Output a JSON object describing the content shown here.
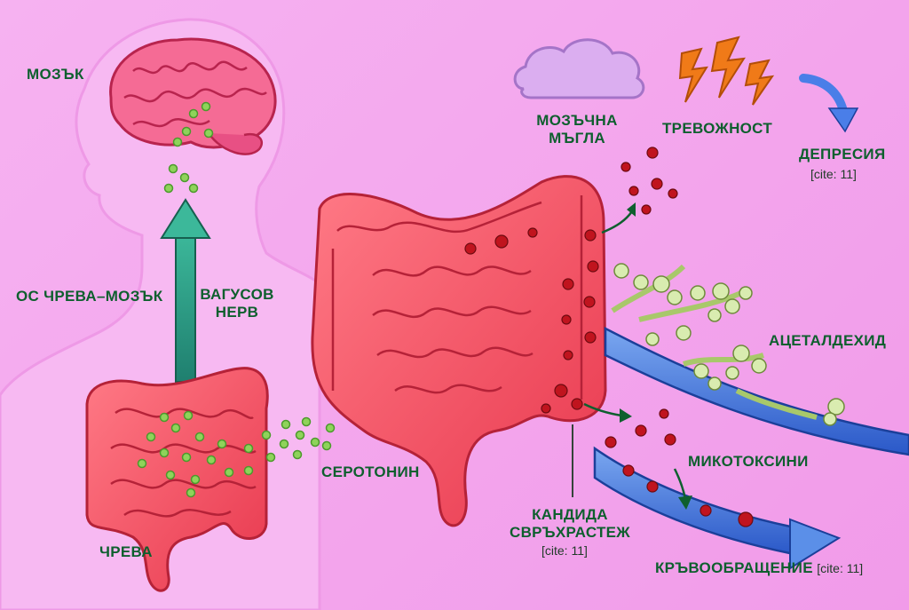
{
  "labels": {
    "brain": "МОЗЪК",
    "gut_brain_axis": "ОС ЧРЕВА–МОЗЪК",
    "vagus_line1": "ВАГУСОВ",
    "vagus_line2": "НЕРВ",
    "gut": "ЧРЕВА",
    "serotonin": "СЕРОТОНИН",
    "brain_fog_line1": "МОЗЪЧНА",
    "brain_fog_line2": "МЪГЛА",
    "anxiety": "ТРЕВОЖНОСТ",
    "depression": "ДЕПРЕСИЯ",
    "acetaldehyde": "АЦЕТАЛДЕХИД",
    "mycotoxins": "МИКОТОКСИНИ",
    "candida_line1": "КАНДИДА",
    "candida_line2": "СВРЪХРАСТЕЖ",
    "circulation": "КРЪВООБРАЩЕНИЕ"
  },
  "citations": {
    "depression": "[cite: 11]",
    "candida": "[cite: 11]",
    "circulation": "[cite: 11]"
  },
  "colors": {
    "background": "#f4a3ee",
    "label_green": "#0e5f2e",
    "intestine": "#f0506a",
    "serotonin_dot": "#8fd35a",
    "vagus_arrow": "#2a9a83",
    "toxin": "#c0141e",
    "blood_vessel": "#3a6fd8",
    "cloud": "#d9a8ee",
    "lightning": "#f07a18"
  },
  "icons": [
    "brain-icon",
    "cloud-icon",
    "lightning-icon",
    "curved-arrow-icon",
    "yeast-icon",
    "blood-vessel-icon",
    "intestine-icon"
  ]
}
